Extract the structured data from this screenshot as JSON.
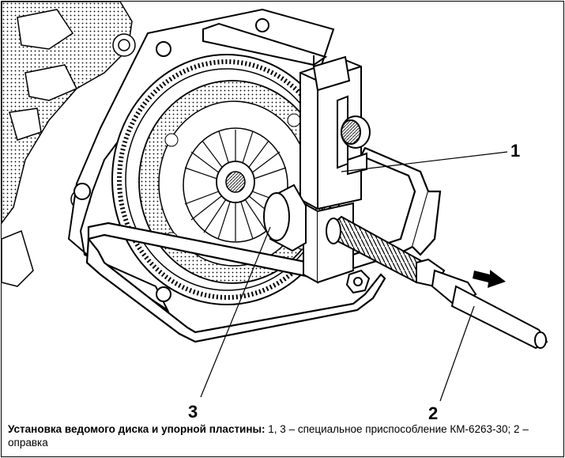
{
  "callouts": {
    "one": "1",
    "two": "2",
    "three": "3"
  },
  "caption": {
    "title": "Установка ведомого диска и упорной пластины:",
    "text": " 1, 3 – специальное приспособление КМ-6263-30; 2 – оправка"
  }
}
